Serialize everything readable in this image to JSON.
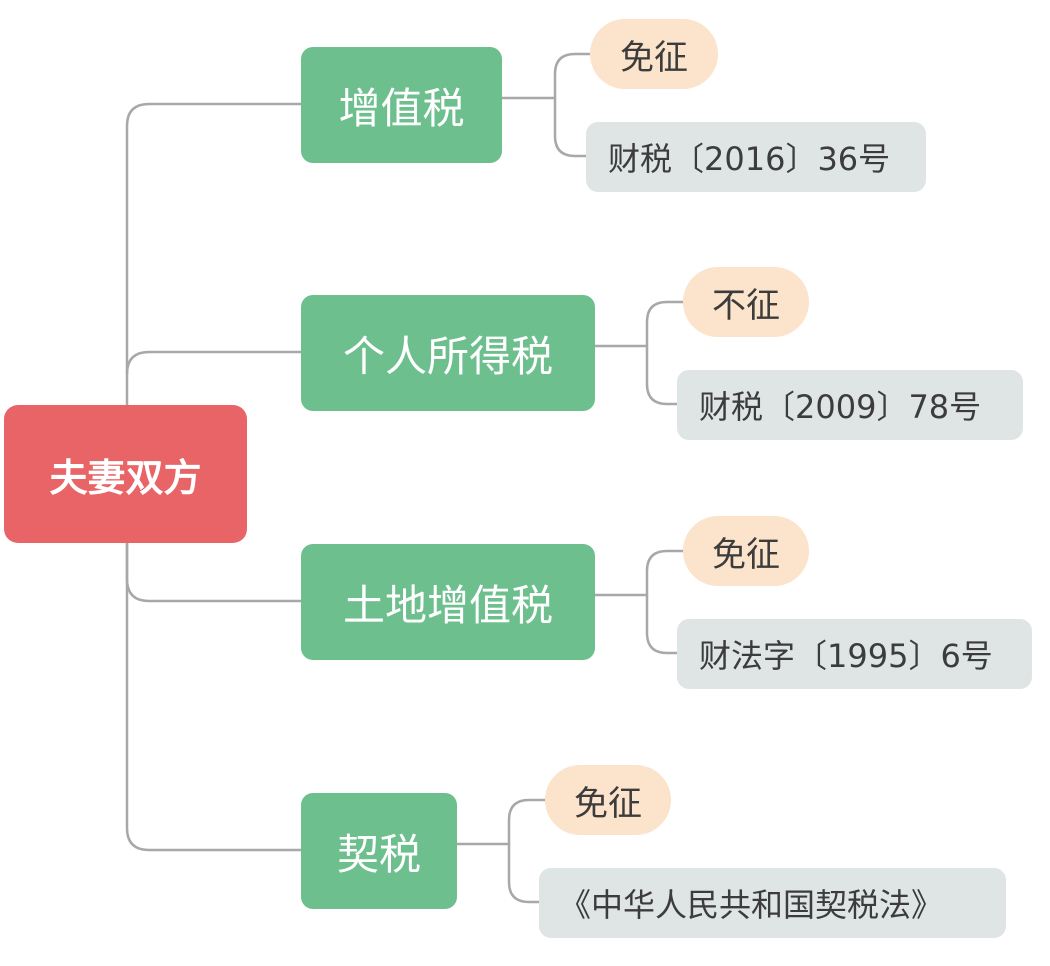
{
  "root": {
    "label": "夫妻双方"
  },
  "branches": [
    {
      "tax": "增值税",
      "status": "免征",
      "doc": "财税〔2016〕36号"
    },
    {
      "tax": "个人所得税",
      "status": "不征",
      "doc": "财税〔2009〕78号"
    },
    {
      "tax": "土地增值税",
      "status": "免征",
      "doc": "财法字〔1995〕6号"
    },
    {
      "tax": "契税",
      "status": "免征",
      "doc": "《中华人民共和国契税法》"
    }
  ],
  "colors": {
    "root": "#e86467",
    "tax": "#6dbf8e",
    "status": "#fce3cb",
    "doc": "#dfe4e4",
    "connector": "#a8a8a8"
  }
}
